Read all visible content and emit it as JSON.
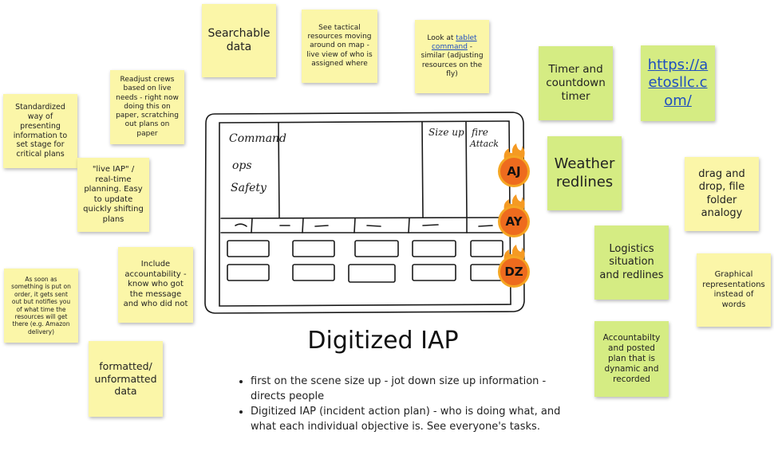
{
  "notes": {
    "searchable": "Searchable data",
    "tactical": "See tactical resources moving around on map - live view of who is assigned where",
    "tablet_prefix": "Look at ",
    "tablet_link": "tablet command",
    "tablet_suffix": " - similar (adjusting resources on the fly)",
    "timer": "Timer and countdown timer",
    "url": "https://aetosllc.com/",
    "readjust": "Readjust crews based on live needs - right now doing this on paper, scratching out plans on paper",
    "standardized": "Standardized way of presenting information to set stage for critical plans",
    "live_iap": "\"live IAP\" / real-time planning. Easy to update quickly shifting plans",
    "weather": "Weather redlines",
    "dragdrop": "drag and drop, file folder analogy",
    "logistics": "Logistics situation and redlines",
    "accountability": "Include accountability - know who got the message and who did not",
    "amazon": "As soon as something is put on order, it gets sent out but notifies you of what time the resources will get there (e.g. Amazon delivery)",
    "graphical": "Graphical representations instead of words",
    "accountabilty_posted": "Accountabilty and posted plan that is dynamic and recorded",
    "formatted": "formatted/ unformatted data"
  },
  "sketch": {
    "label_command": "Command",
    "label_ops": "ops",
    "label_safety": "Safety",
    "label_sizeup": "Size up",
    "label_fire": "fire",
    "label_attack": "Attack"
  },
  "badges": [
    "AJ",
    "AY",
    "DZ"
  ],
  "title": "Digitized IAP",
  "bullets": [
    "first on the scene size up - jot down size up information - directs people",
    "Digitized IAP (incident action plan) - who is doing what, and what each individual objective is. See everyone's tasks."
  ],
  "colors": {
    "yellow_note": "#fbf6a8",
    "green_note": "#d5ec83",
    "badge": "#ee6b1e",
    "link": "#1f4fbf"
  }
}
